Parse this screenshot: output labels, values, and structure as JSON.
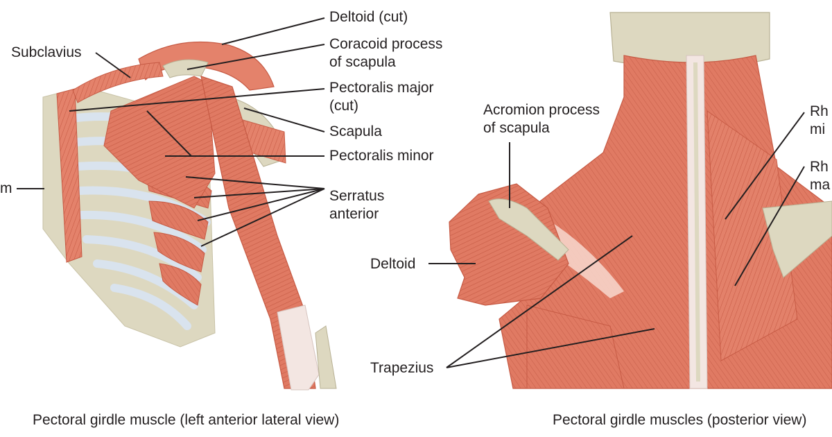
{
  "colors": {
    "muscle": "#e07a63",
    "muscle_dark": "#c65a44",
    "muscle_light": "#f0a58f",
    "tendon": "#f3e6e2",
    "bone": "#ddd8c0",
    "bone_shadow": "#c8c2a6",
    "rib_blue": "#d9e3ee",
    "leader": "#231f20",
    "text": "#231f20",
    "background": "#ffffff"
  },
  "left_view": {
    "caption": "Pectoral girdle muscle (left anterior lateral view)",
    "labels": {
      "subclavius": "Subclavius",
      "deltoid_cut": "Deltoid (cut)",
      "coracoid_line1": "Coracoid process",
      "coracoid_line2": "of scapula",
      "pec_major_line1": "Pectoralis major",
      "pec_major_line2": "(cut)",
      "scapula": "Scapula",
      "pec_minor": "Pectoralis minor",
      "serratus_line1": "Serratus",
      "serratus_line2": "anterior",
      "sternum_partial": "m"
    }
  },
  "right_view": {
    "caption": "Pectoral girdle muscles (posterior view)",
    "labels": {
      "acromion_line1": "Acromion process",
      "acromion_line2": "of scapula",
      "deltoid": "Deltoid",
      "trapezius": "Trapezius",
      "rhomboid_minor_line1": "Rh",
      "rhomboid_minor_line2": "mi",
      "rhomboid_major_line1": "Rh",
      "rhomboid_major_line2": "ma"
    }
  }
}
